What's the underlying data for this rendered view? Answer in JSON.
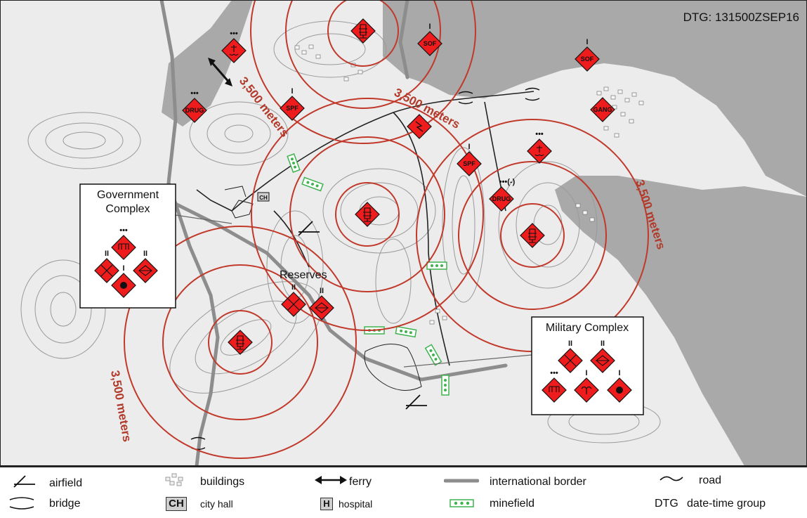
{
  "map": {
    "dtg": "DTG: 131500ZSEP16",
    "colors": {
      "land": "#ececec",
      "water": "#a9a9a9",
      "contour": "#9a9a9a",
      "border": "#8d8d8d",
      "road": "#222222",
      "threat_fill": "#ee1c1c",
      "ring": "#c0392b",
      "minefield": "#3fb34f"
    },
    "range_labels": [
      {
        "text": "3,500 meters"
      },
      {
        "text": "3,500 meters"
      },
      {
        "text": "3,500 meters"
      },
      {
        "text": "3,500 meters"
      }
    ],
    "place_labels": {
      "reserves": "Reserves",
      "city_hall": "CH"
    },
    "callouts": {
      "government": {
        "line1": "Government",
        "line2": "Complex"
      },
      "military": {
        "title": "Military Complex"
      }
    },
    "symbol_labels": {
      "drug": "DRUG",
      "spf": "SPF",
      "sof": "SOF",
      "gang": "GANG",
      "drug_echelon": "•••(-)"
    }
  },
  "legend": {
    "items": [
      {
        "icon": "airfield-icon",
        "label": "airfield"
      },
      {
        "icon": "bridge-icon",
        "label": "bridge"
      },
      {
        "icon": "buildings-icon",
        "label": "buildings"
      },
      {
        "icon": "city-hall-icon",
        "label": "city hall",
        "abbr": "CH"
      },
      {
        "icon": "ferry-icon",
        "label": "ferry"
      },
      {
        "icon": "hospital-icon",
        "label": "hospital",
        "abbr": "H"
      },
      {
        "icon": "international-border-icon",
        "label": "international border"
      },
      {
        "icon": "minefield-icon",
        "label": "minefield"
      },
      {
        "icon": "road-icon",
        "label": "road"
      },
      {
        "icon": "dtg-icon",
        "label": "date-time group",
        "abbr": "DTG"
      }
    ]
  }
}
